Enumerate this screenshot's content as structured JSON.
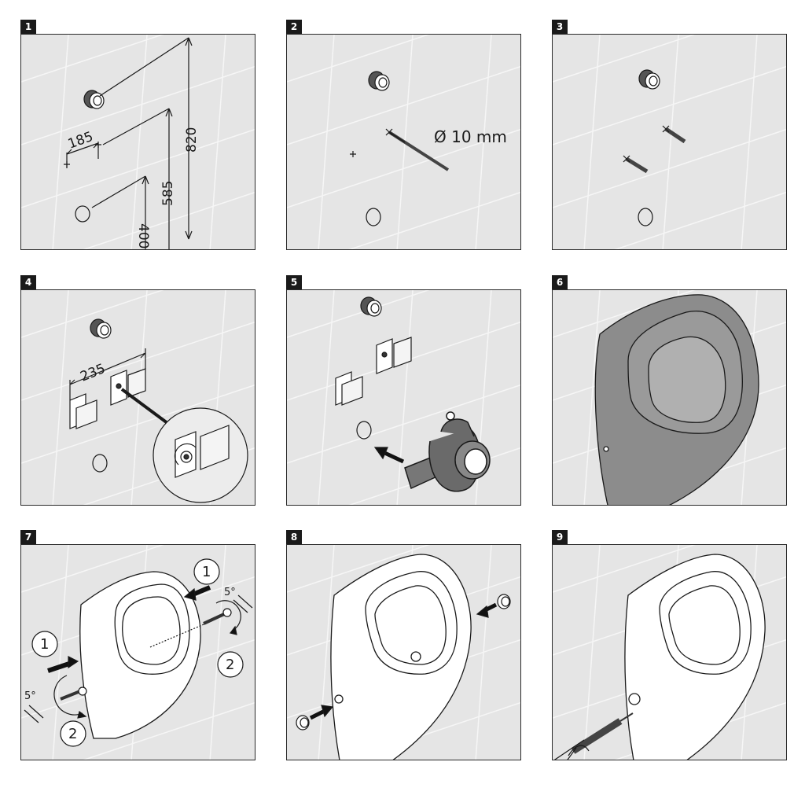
{
  "steps": [
    {
      "number": "1",
      "dimensions": {
        "a": "185",
        "b": "585",
        "c": "820",
        "d": "400"
      }
    },
    {
      "number": "2",
      "drill_label": "Ø 10 mm"
    },
    {
      "number": "3"
    },
    {
      "number": "4",
      "dimensions": {
        "a": "235"
      }
    },
    {
      "number": "5"
    },
    {
      "number": "6"
    },
    {
      "number": "7",
      "callouts": {
        "first": "1",
        "second": "2",
        "angle": "5°"
      }
    },
    {
      "number": "8"
    },
    {
      "number": "9"
    }
  ]
}
